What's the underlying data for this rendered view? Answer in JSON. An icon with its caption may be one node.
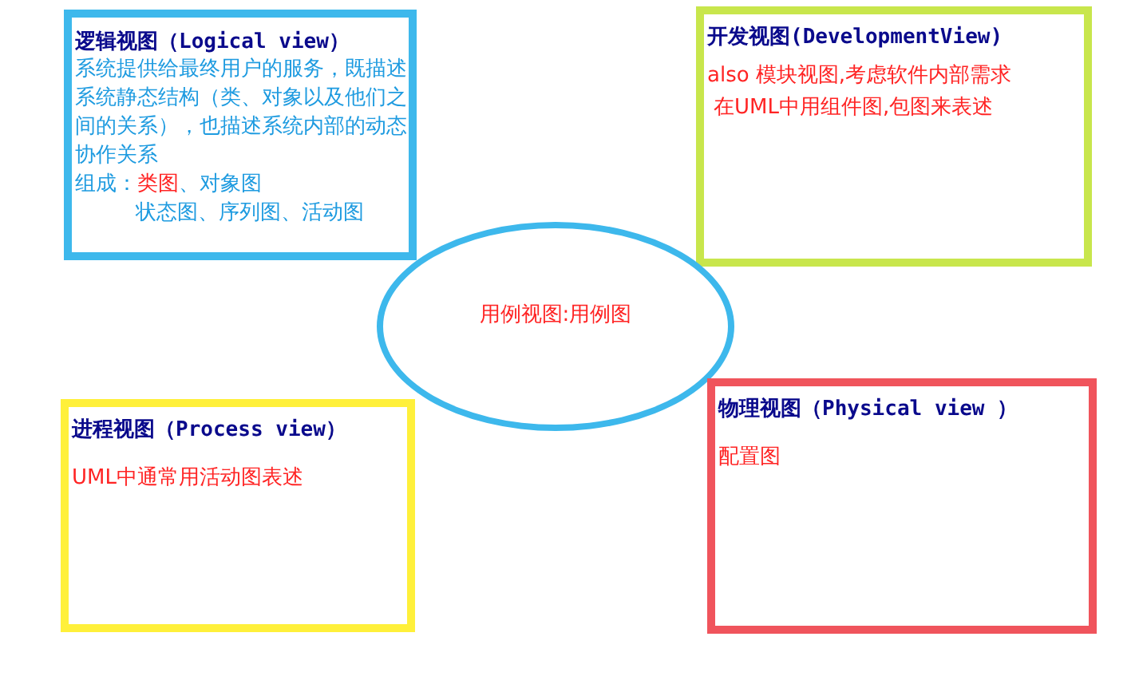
{
  "diagram": {
    "nodes": [
      {
        "text": [
          "逻辑视图（Logical view）",
          "系统提供给最终用户的服务，既描述系统静态结构（类、对象以及他们之间的关系），也描述系统内部的动态协作关系",
          "组成：",
          "类图",
          "、对象图",
          "状态图、序列图、活动图"
        ]
      },
      {
        "text": [
          "开发视图(DevelopmentView)",
          "also 模块视图,考虑软件内部需求",
          "在UML中用组件图,包图来表述"
        ]
      },
      {
        "text": [
          "用例视图:用例图"
        ]
      },
      {
        "text": [
          "进程视图（Process view）",
          "UML中通常用活动图表述"
        ]
      },
      {
        "text": [
          "物理视图（Physical view ）",
          "配置图"
        ]
      }
    ]
  }
}
